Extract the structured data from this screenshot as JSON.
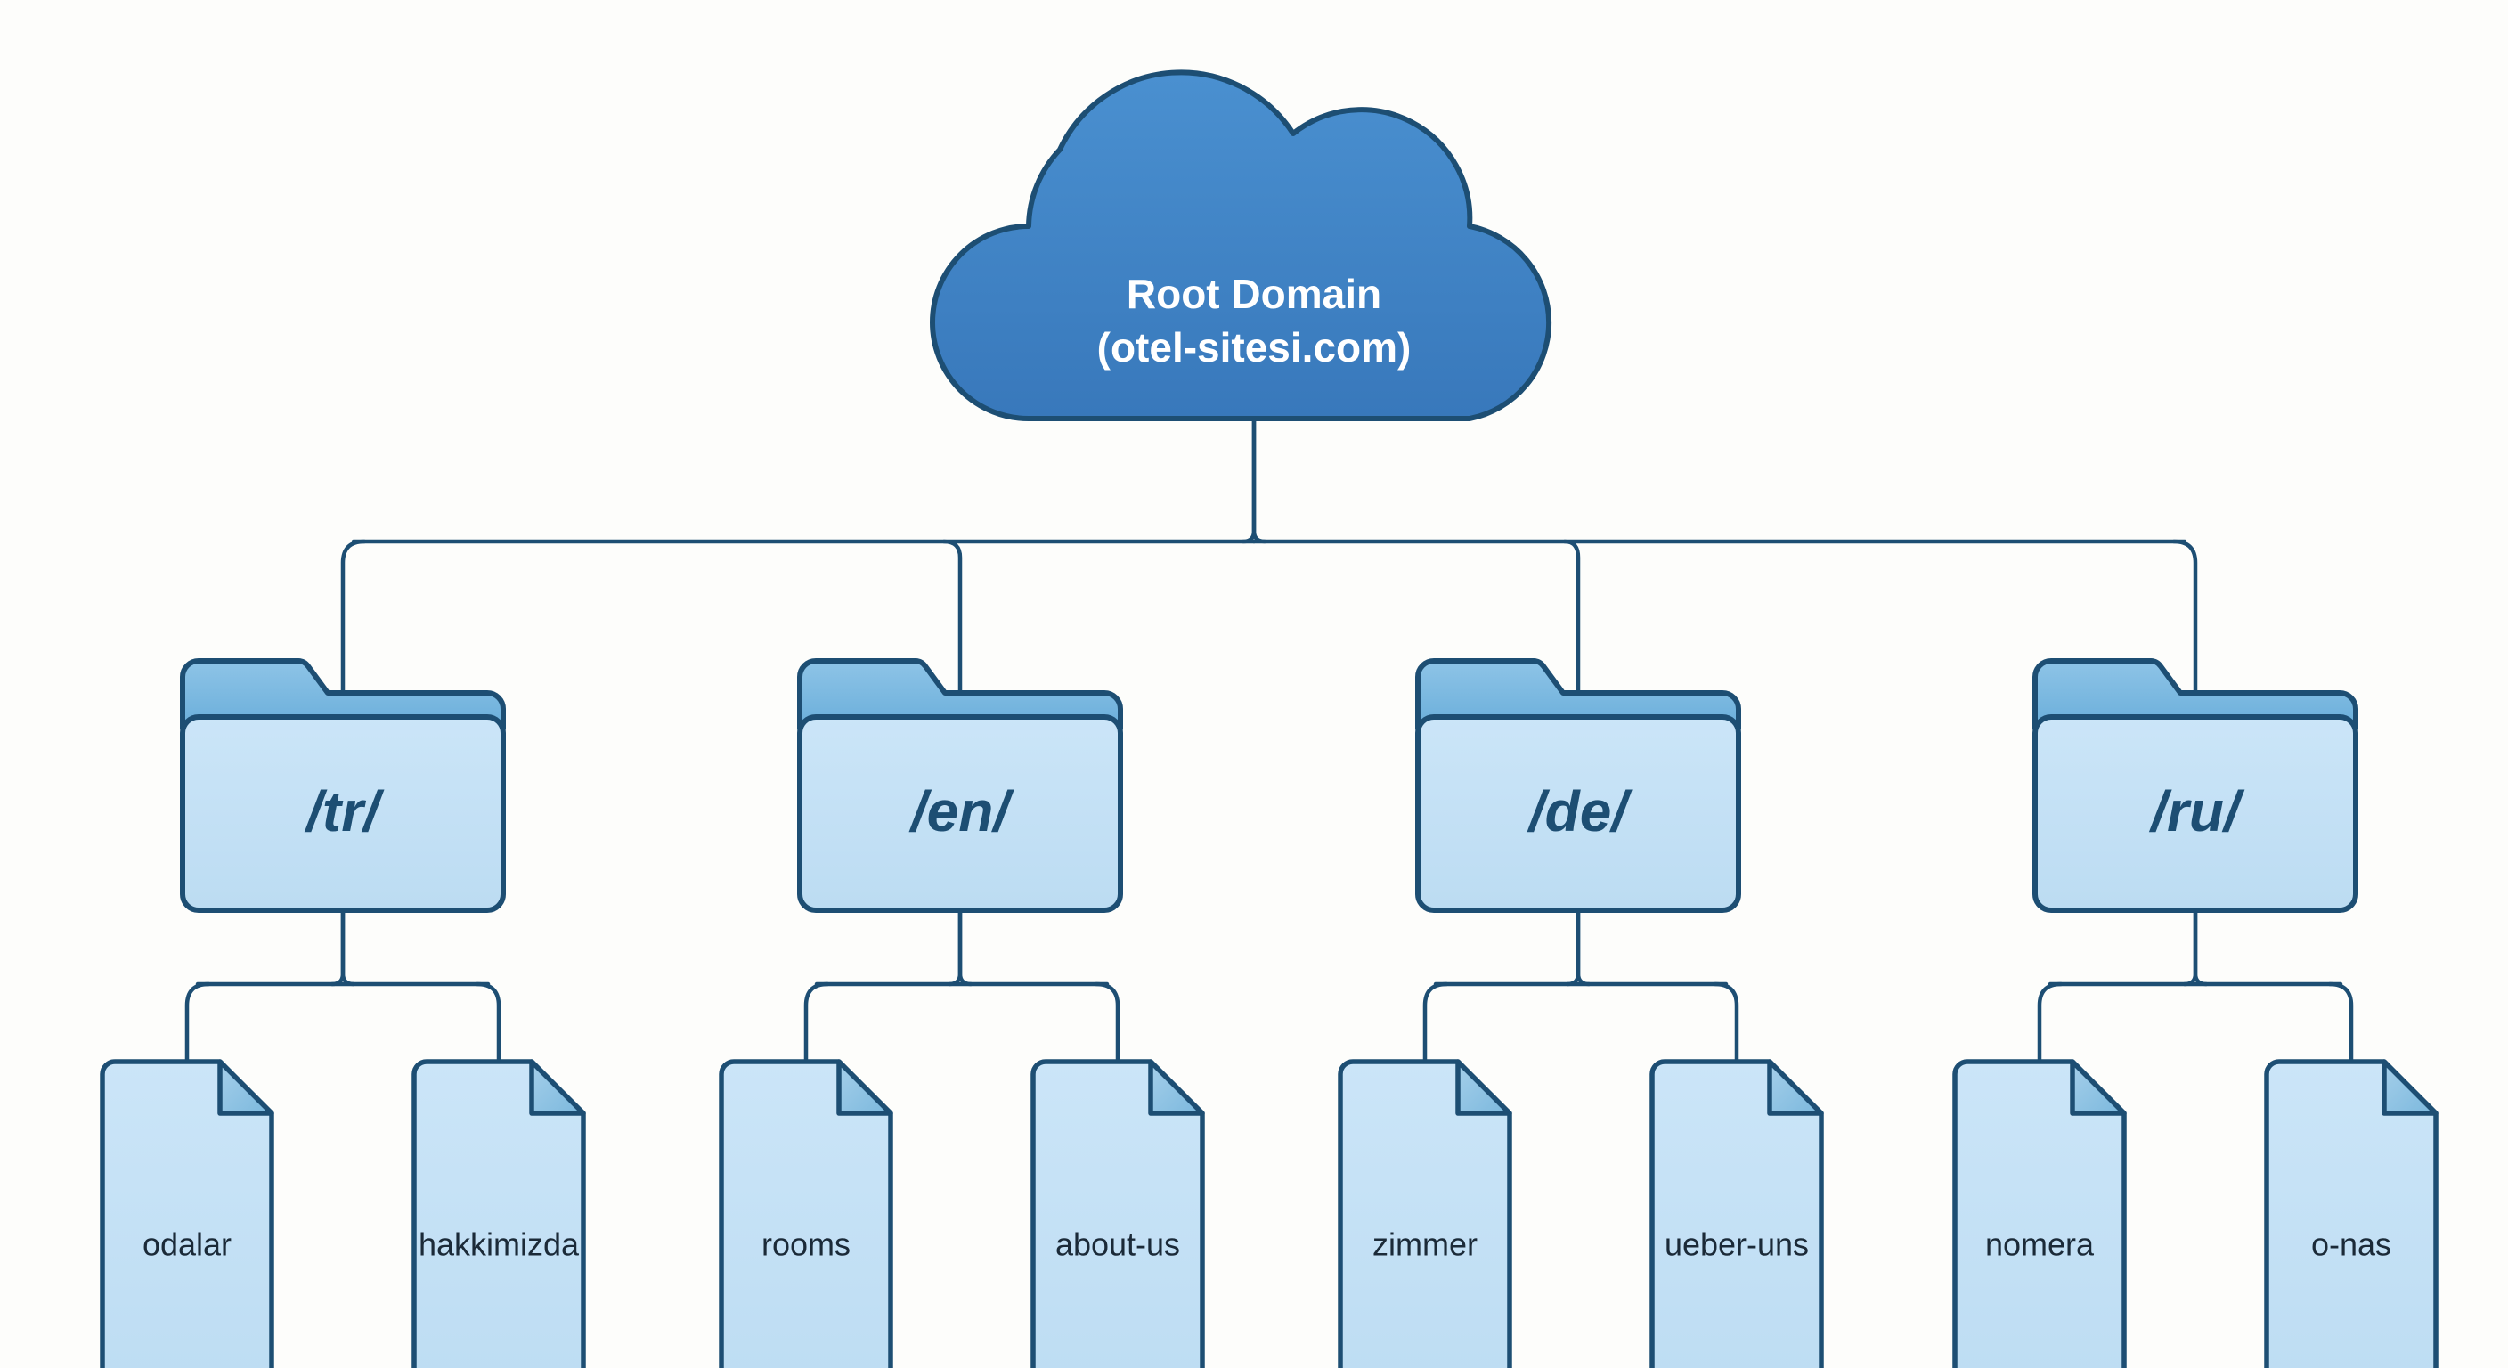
{
  "diagram": {
    "title": "Multilingual site URL structure tree",
    "background_color": "#fdfdfb",
    "colors": {
      "cloud_fill": "#3d82c6",
      "cloud_fill_light": "#4a90d0",
      "outline": "#1d4e73",
      "folder_tab": "#7db9e0",
      "folder_body": "#c3e0f5",
      "doc_body": "#c3e0f5",
      "doc_fold": "#8cc0e4",
      "cloud_text": "#ffffff",
      "folder_text": "#1d4e73",
      "doc_text": "#1b2a38",
      "connector": "#1d4e73"
    },
    "root": {
      "shape": "cloud",
      "line1": "Root Domain",
      "line2": "(otel-sitesi.com)"
    },
    "folders": [
      {
        "label": "/tr/",
        "shape": "folder"
      },
      {
        "label": "/en/",
        "shape": "folder"
      },
      {
        "label": "/de/",
        "shape": "folder"
      },
      {
        "label": "/ru/",
        "shape": "folder"
      }
    ],
    "documents": [
      {
        "label": "odalar",
        "shape": "document",
        "parent": "/tr/"
      },
      {
        "label": "hakkimizda",
        "shape": "document",
        "parent": "/tr/"
      },
      {
        "label": "rooms",
        "shape": "document",
        "parent": "/en/"
      },
      {
        "label": "about-us",
        "shape": "document",
        "parent": "/en/"
      },
      {
        "label": "zimmer",
        "shape": "document",
        "parent": "/de/"
      },
      {
        "label": "ueber-uns",
        "shape": "document",
        "parent": "/de/"
      },
      {
        "label": "nomera",
        "shape": "document",
        "parent": "/ru/"
      },
      {
        "label": "o-nas",
        "shape": "document",
        "parent": "/ru/"
      }
    ]
  }
}
